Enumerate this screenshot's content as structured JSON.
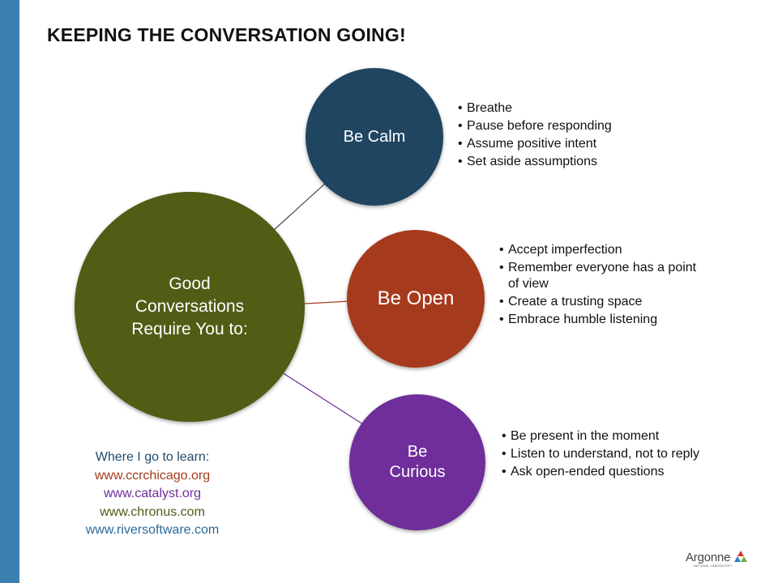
{
  "title": "KEEPING THE CONVERSATION GOING!",
  "colors": {
    "left_band": "#3d7fb0",
    "main": "#4f5d15",
    "calm": "#1f4560",
    "open": "#a63a1d",
    "curious": "#6f2e9a",
    "connector_calm": "#3e4f5e",
    "connector_open": "#a63a1d",
    "connector_curious": "#6f2e9a"
  },
  "diagram": {
    "center": {
      "label": "Good\nConversations\nRequire You to:"
    },
    "nodes": [
      {
        "label": "Be Calm",
        "bullets": [
          "Breathe",
          "Pause before responding",
          "Assume positive intent",
          "Set aside assumptions"
        ]
      },
      {
        "label": "Be Open",
        "bullets": [
          "Accept imperfection",
          "Remember everyone has a point of view",
          "Create a trusting space",
          "Embrace humble listening"
        ]
      },
      {
        "label": "Be\nCurious",
        "bullets": [
          "Be present in the moment",
          "Listen to understand, not to reply",
          "Ask open-ended questions"
        ]
      }
    ]
  },
  "resources": {
    "heading": "Where I go to learn:",
    "heading_color": "#1f4a6e",
    "links": [
      {
        "text": "www.ccrchicago.org",
        "color": "#a63a1d"
      },
      {
        "text": "www.catalyst.org",
        "color": "#6f2e9a"
      },
      {
        "text": "www.chronus.com",
        "color": "#4f5d15"
      },
      {
        "text": "www.riversoftware.com",
        "color": "#2a6a9a"
      }
    ]
  },
  "logo": {
    "wordmark": "Argonne",
    "subtitle": "NATIONAL LABORATORY",
    "mark_colors": [
      "#e0312b",
      "#2a7fc0",
      "#6cb33f"
    ]
  }
}
